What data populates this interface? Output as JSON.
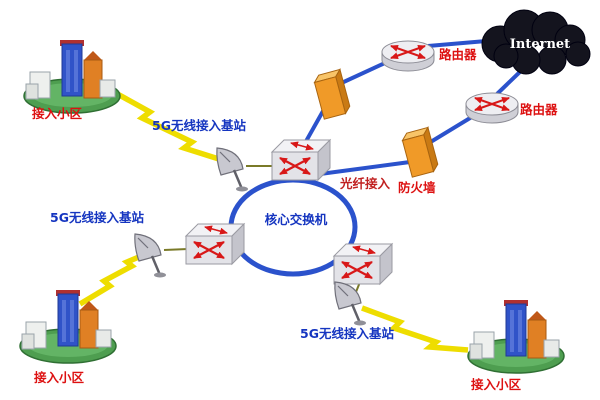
{
  "diagram": {
    "type": "network-topology",
    "labels": {
      "internet": "Internet",
      "router_top": "路由器",
      "router_right": "路由器",
      "firewall": "防火墙",
      "fiber_access": "光纤接入",
      "core_switch": "核心交换机",
      "base_station_top": "5G无线接入基站",
      "base_station_left": "5G无线接入基站",
      "base_station_bottom": "5G无线接入基站",
      "community_top_left": "接入小区",
      "community_bottom_left": "接入小区",
      "community_bottom_right": "接入小区"
    },
    "colors": {
      "link_blue": "#2b52cc",
      "lightning_yellow": "#eedd00",
      "label_red": "#dd1111",
      "label_blue": "#1535c0",
      "firewall_orange": "#f09a28",
      "cloud_dark": "#14141e",
      "arrow_red": "#d81818",
      "community_base_green": "#4e9e50"
    }
  }
}
